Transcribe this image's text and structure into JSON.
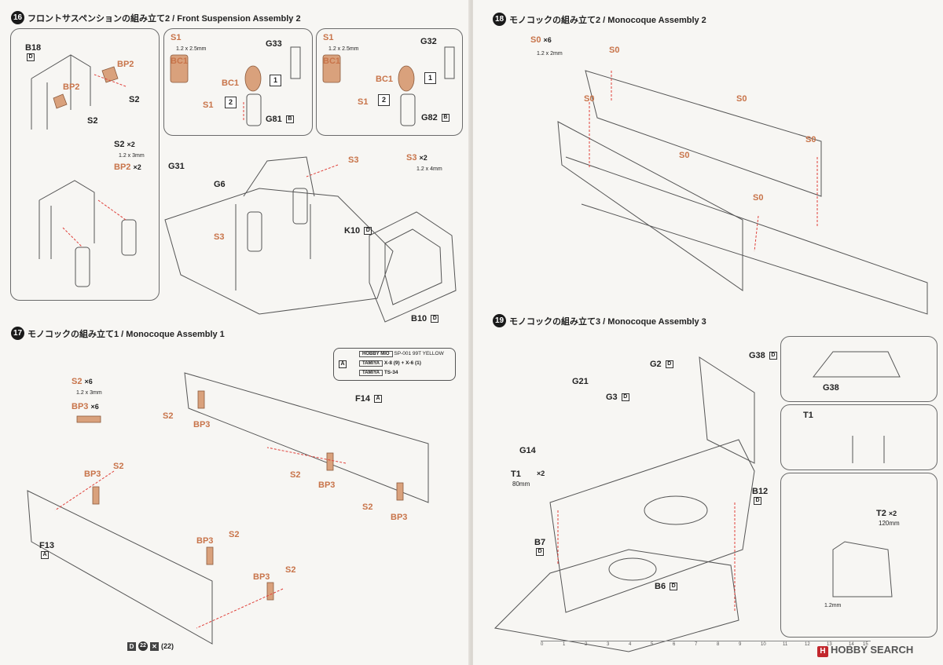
{
  "steps": {
    "s16": {
      "num": "16",
      "title": "フロントサスペンションの組み立て2 / Front Suspension Assembly 2"
    },
    "s17": {
      "num": "17",
      "title": "モノコックの組み立て1 / Monocoque Assembly 1"
    },
    "s18": {
      "num": "18",
      "title": "モノコックの組み立て2 / Monocoque Assembly 2"
    },
    "s19": {
      "num": "19",
      "title": "モノコックの組み立て3 / Monocoque Assembly 3"
    }
  },
  "part_labels": {
    "b18": "B18",
    "bp2": "BP2",
    "s2": "S2",
    "s1": "S1",
    "bc1": "BC1",
    "g33": "G33",
    "g32": "G32",
    "g81": "G81",
    "g82": "G82",
    "g31": "G31",
    "g6": "G6",
    "s3": "S3",
    "k10": "K10",
    "b10": "B10",
    "bp3": "BP3",
    "f14": "F14",
    "f13": "F13",
    "s0": "S0",
    "g21": "G21",
    "g2": "G2",
    "g3": "G3",
    "g14": "G14",
    "t1": "T1",
    "t2": "T2",
    "b7": "B7",
    "b6": "B6",
    "b12": "B12",
    "g38": "G38"
  },
  "specs": {
    "s1": "1.2 x 2.5mm",
    "s2": "1.2 x 3mm",
    "s3": "1.2 x 4mm",
    "s0": "1.2 x 2mm",
    "t1_len": "80mm",
    "t2_len": "120mm",
    "g38_len": "1.2mm",
    "x2": "×2",
    "x6": "×6",
    "n1": "1",
    "n2": "2"
  },
  "tags": {
    "b": "B",
    "a": "A",
    "d": "D"
  },
  "paint": {
    "code": "A",
    "row1_brand": "HOBBY MIO",
    "row1_value": "SP-001 99T YELLOW",
    "row2_brand": "TAMIYA",
    "row2_value": "X-8 (9) + X-6 (1)",
    "row3_brand": "TAMIYA",
    "row3_value": "TS-34"
  },
  "footer": {
    "page_left": "22",
    "page_left2": "(22)",
    "ruler": [
      "0",
      "1",
      "2",
      "3",
      "4",
      "5",
      "6",
      "7",
      "8",
      "9",
      "10",
      "11",
      "12",
      "13",
      "14",
      "15"
    ]
  },
  "watermark": {
    "icon": "H",
    "text": "HOBBY SEARCH"
  }
}
